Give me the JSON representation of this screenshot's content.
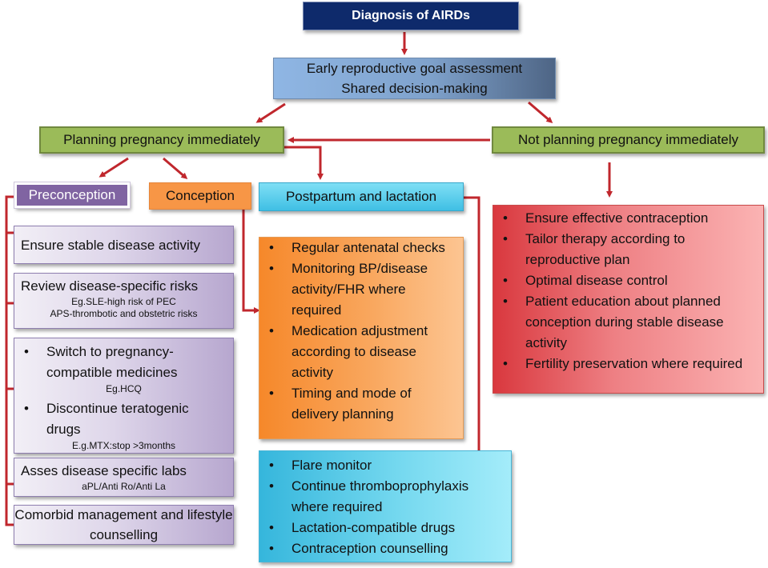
{
  "title": "Diagnosis of AIRDs",
  "goal": {
    "line1": "Early reproductive goal assessment",
    "line2": "Shared decision-making"
  },
  "branches": {
    "planning": "Planning pregnancy immediately",
    "not_planning": "Not planning pregnancy immediately"
  },
  "phases": {
    "preconception": "Preconception",
    "conception": "Conception",
    "postpartum": "Postpartum and lactation"
  },
  "preconception_items": {
    "stable": "Ensure stable disease activity",
    "risks": {
      "title": "Review disease-specific risks",
      "note1": "Eg.SLE-high risk of PEC",
      "note2": "APS-thrombotic and obstetric risks"
    },
    "medicines": {
      "item1": "Switch to pregnancy-compatible medicines",
      "note1": "Eg.HCQ",
      "item2": "Discontinue teratogenic drugs",
      "note2": "E.g.MTX:stop >3months"
    },
    "labs": {
      "title": "Asses disease specific labs",
      "note": "aPL/Anti Ro/Anti La"
    },
    "comorbid": "Comorbid management and lifestyle counselling"
  },
  "conception_items": [
    "Regular antenatal checks",
    "Monitoring BP/disease activity/FHR where required",
    "Medication adjustment according to disease activity",
    "Timing and mode of delivery planning"
  ],
  "postpartum_items": [
    "Flare monitor",
    "Continue thromboprophylaxis where required",
    "Lactation-compatible drugs",
    "Contraception counselling"
  ],
  "not_planning_items": [
    "Ensure effective contraception",
    "Tailor therapy according to reproductive plan",
    "Optimal disease control",
    "Patient education about planned conception during stable disease activity",
    "Fertility preservation where required"
  ],
  "colors": {
    "arrow": "#c0272d",
    "title_bg": "#0e2a6b",
    "green": "#9bbb59",
    "purple": "#8064a2",
    "orange": "#f79646",
    "cyan": "#4bc3e6",
    "red": "#e15a5e"
  }
}
